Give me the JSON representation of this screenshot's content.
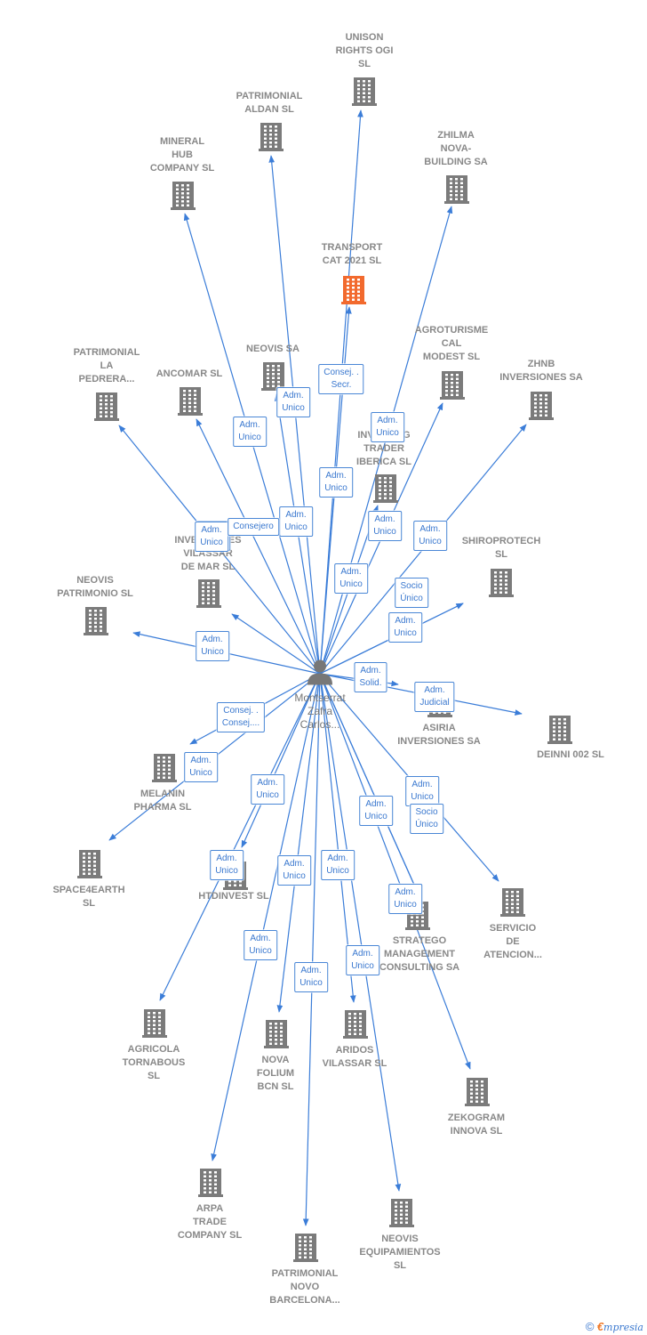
{
  "colors": {
    "edge": "#3b7dd8",
    "building": "#7b7b7b",
    "highlight": "#f26a2e",
    "person": "#777777"
  },
  "center": {
    "label": "Montserrat\nZafra\nCarlos..."
  },
  "nodes": [
    {
      "id": "unison",
      "label": "UNISON\nRIGHTS OGI\nSL"
    },
    {
      "id": "aldan",
      "label": "PATRIMONIAL\nALDAN SL"
    },
    {
      "id": "zhilma",
      "label": "ZHILMA\nNOVA-\nBUILDING SA"
    },
    {
      "id": "mineral",
      "label": "MINERAL\nHUB\nCOMPANY  SL"
    },
    {
      "id": "transport",
      "label": "TRANSPORT\nCAT 2021  SL",
      "highlight": true
    },
    {
      "id": "agroturisme",
      "label": "AGROTURISME\nCAL\nMODEST  SL"
    },
    {
      "id": "pedrera",
      "label": "PATRIMONIAL\nLA\nPEDRERA..."
    },
    {
      "id": "neovis",
      "label": "NEOVIS SA"
    },
    {
      "id": "ancomar",
      "label": "ANCOMAR SL"
    },
    {
      "id": "zhnb",
      "label": "ZHNB\nINVERSIONES SA"
    },
    {
      "id": "trader",
      "label": "INVESTING\nTRADER\nIBERICA SL"
    },
    {
      "id": "vilassar",
      "label": "INVERSIONES\nVILASSAR\nDE MAR  SL"
    },
    {
      "id": "shiroprotech",
      "label": "SHIROPROTECH\nSL"
    },
    {
      "id": "neovispat",
      "label": "NEOVIS\nPATRIMONIO SL"
    },
    {
      "id": "asiria",
      "label": "ASIRIA\nINVERSIONES SA"
    },
    {
      "id": "deinni",
      "label": "DEINNI 002  SL"
    },
    {
      "id": "melanin",
      "label": "MELANIN\nPHARMA  SL"
    },
    {
      "id": "space4earth",
      "label": "SPACE4EARTH\nSL"
    },
    {
      "id": "htdinvest",
      "label": "HTDINVEST  SL"
    },
    {
      "id": "servicio",
      "label": "SERVICIO\nDE\nATENCION..."
    },
    {
      "id": "stratego",
      "label": "STRATEGO\nMANAGEMENT\nCONSULTING SA"
    },
    {
      "id": "agricola",
      "label": "AGRICOLA\nTORNABOUS\nSL"
    },
    {
      "id": "novafolium",
      "label": "NOVA\nFOLIUM\nBCN  SL"
    },
    {
      "id": "aridos",
      "label": "ARIDOS\nVILASSAR  SL"
    },
    {
      "id": "zekogram",
      "label": "ZEKOGRAM\nINNOVA  SL"
    },
    {
      "id": "arpa",
      "label": "ARPA\nTRADE\nCOMPANY  SL"
    },
    {
      "id": "equipamientos",
      "label": "NEOVIS\nEQUIPAMIENTOS\nSL"
    },
    {
      "id": "novobarcelona",
      "label": "PATRIMONIAL\nNOVO\nBARCELONA..."
    }
  ],
  "edges": [
    {
      "to": "unison",
      "label": "Adm.\nUnico"
    },
    {
      "to": "aldan",
      "label": "Adm.\nUnico"
    },
    {
      "to": "zhilma",
      "label": "Adm.\nUnico"
    },
    {
      "to": "mineral",
      "label": "Adm.\nUnico"
    },
    {
      "to": "transport",
      "label": "Consej. .\nSecr."
    },
    {
      "to": "agroturisme",
      "label": "Adm.\nUnico"
    },
    {
      "to": "pedrera",
      "label": "Adm.\nUnico"
    },
    {
      "to": "neovis",
      "label": "Adm.\nUnico"
    },
    {
      "to": "ancomar",
      "label": "Consejero"
    },
    {
      "to": "zhnb",
      "label": "Adm.\nUnico"
    },
    {
      "to": "trader",
      "label": "Adm.\nUnico"
    },
    {
      "to": "vilassar",
      "label": "Adm.\nUnico"
    },
    {
      "to": "shiroprotech",
      "label": "Socio\nÚnico"
    },
    {
      "to": "shiroprotech",
      "label": "Adm.\nUnico"
    },
    {
      "to": "neovispat",
      "label": "Adm.\nUnico"
    },
    {
      "to": "asiria",
      "label": "Adm.\nSolid."
    },
    {
      "to": "deinni",
      "label": "Adm.\nJudicial"
    },
    {
      "to": "melanin",
      "label": "Consej. .\nConsej...."
    },
    {
      "to": "space4earth",
      "label": "Adm.\nUnico"
    },
    {
      "to": "htdinvest",
      "label": "Adm.\nUnico"
    },
    {
      "to": "servicio",
      "label": "Adm.\nUnico"
    },
    {
      "to": "stratego",
      "label": "Socio\nÚnico"
    },
    {
      "to": "stratego",
      "label": "Adm.\nUnico"
    },
    {
      "to": "agricola",
      "label": "Adm.\nUnico"
    },
    {
      "to": "novafolium",
      "label": "Adm.\nUnico"
    },
    {
      "to": "aridos",
      "label": "Adm.\nUnico"
    },
    {
      "to": "zekogram",
      "label": "Adm.\nUnico"
    },
    {
      "to": "arpa",
      "label": "Adm.\nUnico"
    },
    {
      "to": "equipamientos",
      "label": "Adm.\nUnico"
    },
    {
      "to": "novobarcelona",
      "label": "Adm.\nUnico"
    }
  ],
  "footer": {
    "copyright": "©",
    "brand_e": "€",
    "brand": "mpresia"
  }
}
